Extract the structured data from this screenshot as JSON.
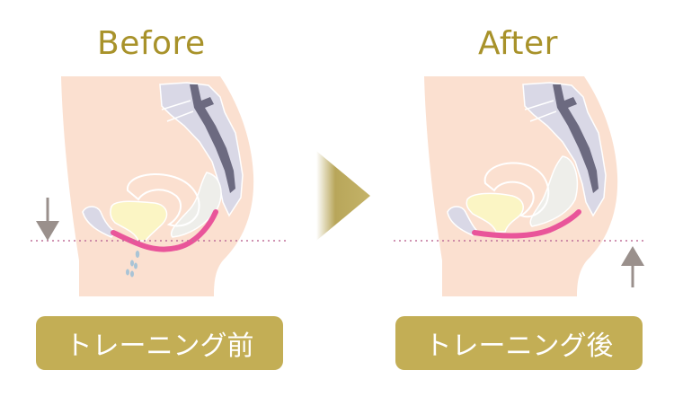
{
  "panels": {
    "before": {
      "title": "Before",
      "label": "トレーニング前",
      "arrow_direction": "down",
      "pelvic_floor_state": "sagging",
      "leak_drops": true
    },
    "after": {
      "title": "After",
      "label": "トレーニング後",
      "arrow_direction": "up",
      "pelvic_floor_state": "lifted",
      "leak_drops": false
    }
  },
  "transition_arrow": {
    "icon": "play-triangle-icon",
    "color": "#b8a65a"
  },
  "colors": {
    "title_text": "#a8922a",
    "label_bg": "#c3ae55",
    "label_text": "#ffffff",
    "skin": "#fbe0d0",
    "spine_light": "#d9d8e6",
    "spine_dark": "#6c6a80",
    "bladder": "#fbf5c4",
    "rectum": "#eeeeea",
    "pelvic_floor": "#e9559a",
    "dotted_line": "#c0709a",
    "arrow_gray": "#9a908c",
    "water_drop": "#a9c4d6"
  }
}
